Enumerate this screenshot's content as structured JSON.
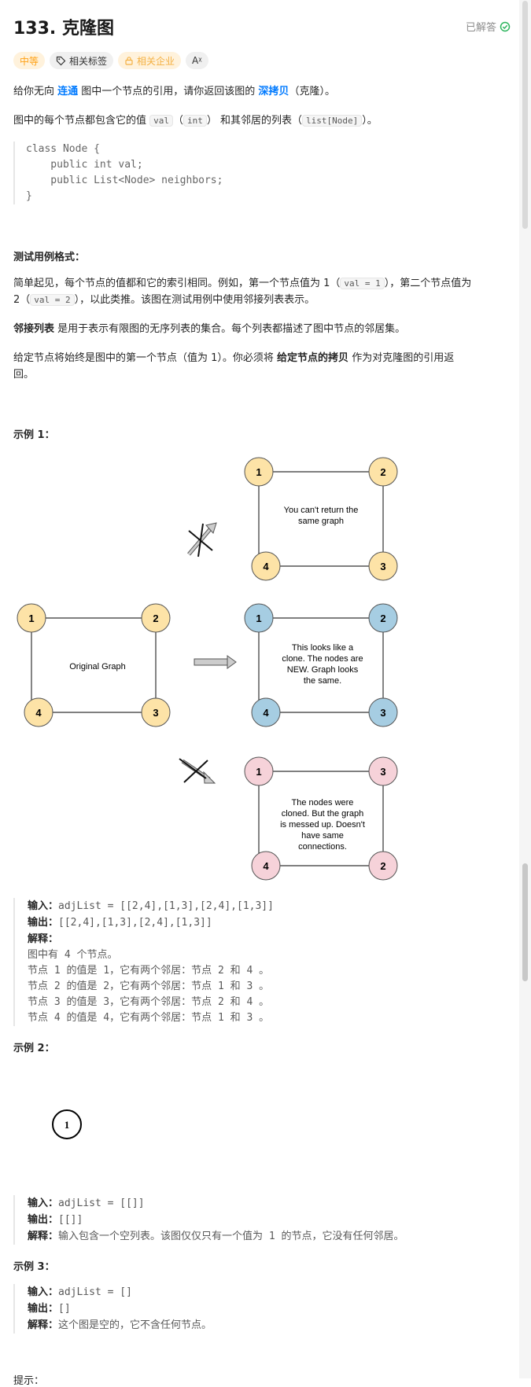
{
  "header": {
    "title": "133. 克隆图",
    "solved_label": "已解答"
  },
  "tags": {
    "difficulty": "中等",
    "related_tags": "相关标签",
    "related_companies": "相关企业",
    "font_toggle": "Aᵡ"
  },
  "desc": {
    "p1_a": "给你无向 ",
    "p1_link1": "连通",
    "p1_b": " 图中一个节点的引用，请你返回该图的 ",
    "p1_link2": "深拷贝",
    "p1_c": "（克隆）。",
    "p2_a": "图中的每个节点都包含它的值 ",
    "p2_code1": "val",
    "p2_b": "（",
    "p2_code2": "int",
    "p2_c": "） 和其邻居的列表（",
    "p2_code3": "list[Node]",
    "p2_d": "）。",
    "code_block": "class Node {\n    public int val;\n    public List<Node> neighbors;\n}",
    "format_title": "测试用例格式：",
    "p3_a": "简单起见，每个节点的值都和它的索引相同。例如，第一个节点值为 1（",
    "p3_code1": "val = 1",
    "p3_b": "），第二个节点值为",
    "p3_c": "2（",
    "p3_code2": "val = 2",
    "p3_d": "），以此类推。该图在测试用例中使用邻接列表表示。",
    "p4_bold": "邻接列表",
    "p4_rest": " 是用于表示有限图的无序列表的集合。每个列表都描述了图中节点的邻居集。",
    "p5_a": "给定节点将始终是图中的第一个节点（值为 1）。你必须将 ",
    "p5_bold": "给定节点的拷贝",
    "p5_b": " 作为对克隆图的引用返",
    "p5_c": "回。"
  },
  "example1": {
    "title": "示例 1：",
    "diagram": {
      "top_caption": [
        "You can't return the",
        "same graph"
      ],
      "mid_caption": [
        "This looks like a",
        "clone. The nodes are",
        "NEW. Graph looks",
        "the same."
      ],
      "bottom_caption": [
        "The nodes were",
        "cloned. But the graph",
        "is messed up. Doesn't",
        "have same",
        "connections."
      ],
      "original_caption": "Original Graph",
      "original_nodes": [
        "1",
        "2",
        "4",
        "3"
      ],
      "top_nodes": [
        "1",
        "2",
        "4",
        "3"
      ],
      "mid_nodes": [
        "1",
        "2",
        "4",
        "3"
      ],
      "bottom_nodes": [
        "1",
        "3",
        "4",
        "2"
      ],
      "colors": {
        "yellow": "#fde3a7",
        "blue": "#a6cde2",
        "pink": "#f6d2d9"
      }
    },
    "input_label": "输入：",
    "input_value": "adjList = [[2,4],[1,3],[2,4],[1,3]]",
    "output_label": "输出：",
    "output_value": "[[2,4],[1,3],[2,4],[1,3]]",
    "explain_label": "解释：",
    "lines": [
      "图中有 4 个节点。",
      "节点 1 的值是 1，它有两个邻居：节点 2 和 4 。",
      "节点 2 的值是 2，它有两个邻居：节点 1 和 3 。",
      "节点 3 的值是 3，它有两个邻居：节点 2 和 4 。",
      "节点 4 的值是 4，它有两个邻居：节点 1 和 3 。"
    ]
  },
  "example2": {
    "title": "示例 2：",
    "node": "1",
    "input_label": "输入：",
    "input_value": "adjList = [[]]",
    "output_label": "输出：",
    "output_value": "[[]]",
    "explain_label": "解释：",
    "explain_value": "输入包含一个空列表。该图仅仅只有一个值为 1 的节点，它没有任何邻居。"
  },
  "example3": {
    "title": "示例 3：",
    "input_label": "输入：",
    "input_value": "adjList = []",
    "output_label": "输出：",
    "output_value": "[]",
    "explain_label": "解释：",
    "explain_value": "这个图是空的，它不含任何节点。"
  },
  "footer": {
    "hint_title": "提示："
  }
}
